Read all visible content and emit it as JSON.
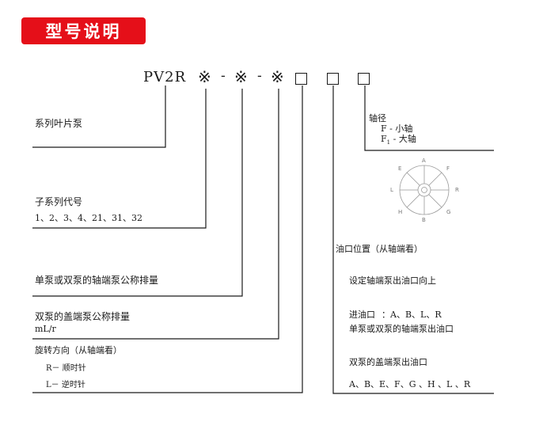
{
  "header": {
    "title": "型号说明"
  },
  "code": {
    "model": "PV2R",
    "placeholder_symbol": "※",
    "separator": "-",
    "box_symbol": "□"
  },
  "left": {
    "series": "系列叶片泵",
    "subseries_title": "子系列代号",
    "subseries_values": "1、2、3、4、21、31、32",
    "single_disp": "单泵或双泵的轴端泵公称排量",
    "double_disp": "双泵的盖端泵公称排量",
    "unit": "mL/r",
    "rotation_title": "旋转方向（从轴端看）",
    "rotation_r": "R－ 顺时针",
    "rotation_l": "L－ 逆时针"
  },
  "right": {
    "shaft_title": "轴径",
    "shaft_f": "F - 小轴",
    "shaft_f1_main": "F",
    "shaft_f1_sub": "1",
    "shaft_f1_rest": " - 大轴",
    "port_title": "油口位置（从轴端看）",
    "port_default": "设定轴端泵出油口向上",
    "inlet_label": "进油口",
    "inlet_values": "：A、B、L、R",
    "outlet_single": "单泵或双泵的轴端泵出油口",
    "outlet_double": "双泵的盖端泵出油口",
    "outlet_values": "A、B、E、F、G 、H 、L 、R"
  },
  "dial": {
    "letters": {
      "A": "A",
      "B": "B",
      "E": "E",
      "F": "F",
      "G": "G",
      "H": "H",
      "L": "L",
      "R": "R"
    }
  },
  "colors": {
    "accent": "#e50f19",
    "line": "#1a1a1a"
  }
}
